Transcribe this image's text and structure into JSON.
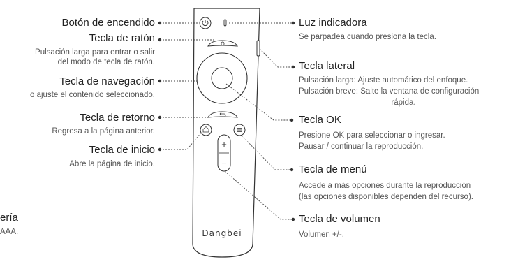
{
  "brand": "Dangbei",
  "labels": {
    "power": {
      "title": "Botón de encendido",
      "desc": ""
    },
    "mouse": {
      "title": "Tecla de ratón",
      "desc1": "Pulsación larga para entrar o salir",
      "desc2": "del modo de tecla de ratón."
    },
    "navigation": {
      "title": "Tecla de navegación",
      "desc": "o ajuste el contenido seleccionado."
    },
    "back": {
      "title": "Tecla de retorno",
      "desc": "Regresa a la página anterior."
    },
    "home": {
      "title": "Tecla de inicio",
      "desc": "Abre la página de inicio."
    },
    "battery": {
      "title": "ería",
      "desc": "AAA."
    },
    "indicator": {
      "title": "Luz indicadora",
      "desc": "Se parpadea cuando presiona la tecla."
    },
    "side": {
      "title": "Tecla lateral",
      "desc1": "Pulsación larga: Ajuste automático del enfoque.",
      "desc2": "Pulsación breve: Salte la ventana de configuración",
      "desc3": "rápida."
    },
    "ok": {
      "title": "Tecla OK",
      "desc1": "Presione OK para seleccionar o ingresar.",
      "desc2": "Pausar / continuar la reproducción."
    },
    "menu": {
      "title": "Tecla de menú",
      "desc1": "Accede a más opciones durante la reproducción",
      "desc2": "(las opciones disponibles dependen del recurso)."
    },
    "volume": {
      "title": "Tecla de volumen",
      "desc": "Volumen +/-."
    }
  },
  "buttons": {
    "volume_up": "+",
    "volume_down": "−"
  },
  "colors": {
    "line": "#333333",
    "text": "#222222",
    "desc": "#555555"
  }
}
